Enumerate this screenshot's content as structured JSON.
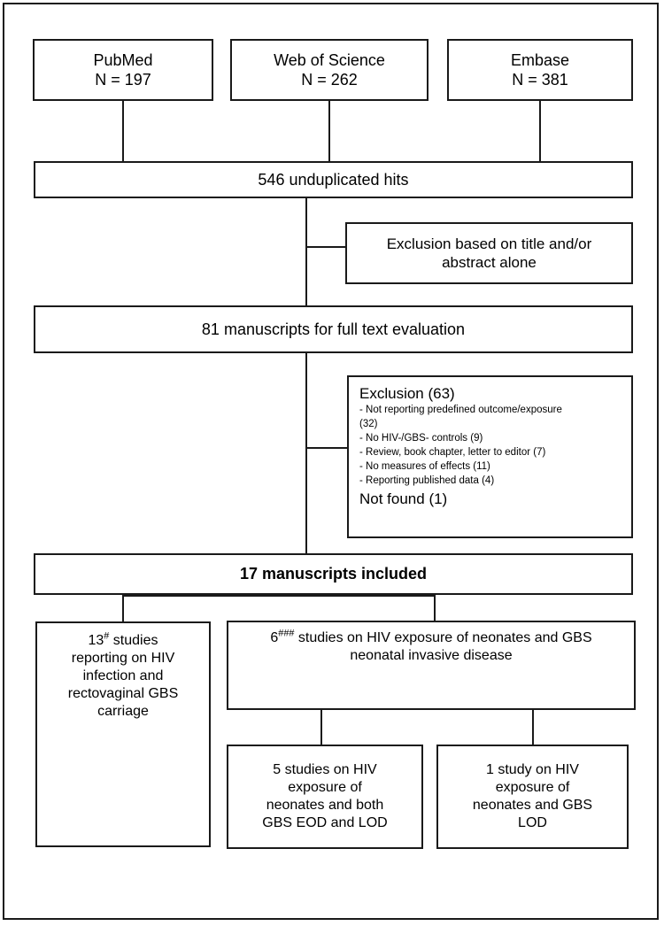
{
  "diagram": {
    "title": "PRISMA study selection flow diagram",
    "line_color": "#1a1a1a",
    "background": "#ffffff"
  },
  "sources": [
    {
      "name": "PubMed",
      "count_label": "N = 197",
      "count": 197
    },
    {
      "name": "Web of Science",
      "count_label": "N = 262",
      "count": 262
    },
    {
      "name": "Embase",
      "count_label": "N = 381",
      "count": 381
    }
  ],
  "stages": {
    "unduplicated": "546 unduplicated hits",
    "full_text": "81 manuscripts for full text evaluation",
    "included": "17 manuscripts included"
  },
  "exclusion_title": {
    "line1": "Exclusion based on title and/or",
    "line2": "abstract alone"
  },
  "exclusion_detail": {
    "heading": "Exclusion (63)",
    "items": [
      "- Not reporting  predefined  outcome/exposure",
      "(32)",
      "- No HIV-/GBS- controls (9)",
      "- Review,  book chapter,  letter  to editor  (7)",
      "- No measures  of effects (11)",
      "- Reporting published  data (4)"
    ],
    "footer": "Not found (1)"
  },
  "outcomes": {
    "left": {
      "count": "13",
      "marker": "#",
      "rest_line1": " studies",
      "line2": "reporting  on HIV",
      "line3": "infection and",
      "line4": "rectovaginal GBS",
      "line5": "carriage"
    },
    "right": {
      "count": "6",
      "marker": "###",
      "rest_line1": " studies on HIV exposure of neonates  and GBS",
      "line2": "neonatal invasive disease"
    },
    "sub_left": {
      "line1": "5 studies on HIV",
      "line2": "exposure  of",
      "line3": "neonates  and both",
      "line4": "GBS EOD and LOD"
    },
    "sub_right": {
      "line1": "1 study on HIV",
      "line2": "exposure  of",
      "line3": "neonates  and     GBS",
      "line4": "LOD"
    }
  }
}
